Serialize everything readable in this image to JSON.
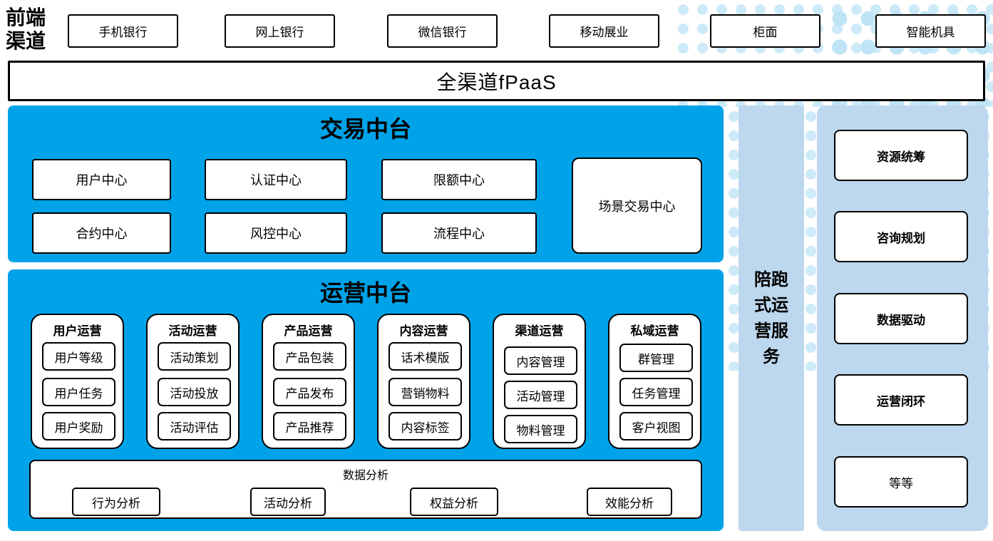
{
  "frontend_channels": {
    "label": "前端渠道",
    "items": [
      "手机银行",
      "网上银行",
      "微信银行",
      "移动展业",
      "柜面",
      "智能机具"
    ]
  },
  "fpaas_bar": {
    "title": "全渠道fPaaS"
  },
  "transaction_platform": {
    "title": "交易中台",
    "grid": [
      "用户中心",
      "认证中心",
      "限额中心",
      "合约中心",
      "风控中心",
      "流程中心"
    ],
    "scene_center": "场景交易中心"
  },
  "operations_platform": {
    "title": "运营中台",
    "columns": [
      {
        "title": "用户运营",
        "items": [
          "用户等级",
          "用户任务",
          "用户奖励"
        ]
      },
      {
        "title": "活动运营",
        "items": [
          "活动策划",
          "活动投放",
          "活动评估"
        ]
      },
      {
        "title": "产品运营",
        "items": [
          "产品包装",
          "产品发布",
          "产品推荐"
        ]
      },
      {
        "title": "内容运营",
        "items": [
          "话术模版",
          "营销物料",
          "内容标签"
        ]
      },
      {
        "title": "渠道运营",
        "items": [
          "内容管理",
          "活动管理",
          "物料管理"
        ]
      },
      {
        "title": "私域运营",
        "items": [
          "群管理",
          "任务管理",
          "客户视图"
        ]
      }
    ],
    "data_analysis": {
      "title": "数据分析",
      "items": [
        "行为分析",
        "活动分析",
        "权益分析",
        "效能分析"
      ]
    }
  },
  "companion_service_bar": {
    "label": "陪跑式运营服务"
  },
  "service_panel": {
    "items": [
      "资源统筹",
      "咨询规划",
      "数据驱动",
      "运营闭环",
      "等等"
    ]
  },
  "colors": {
    "platform_blue": "#00a2e8",
    "panel_light_blue": "#bdd7ee",
    "dot_blue": "#cdeaf8",
    "border_black": "#000000"
  }
}
